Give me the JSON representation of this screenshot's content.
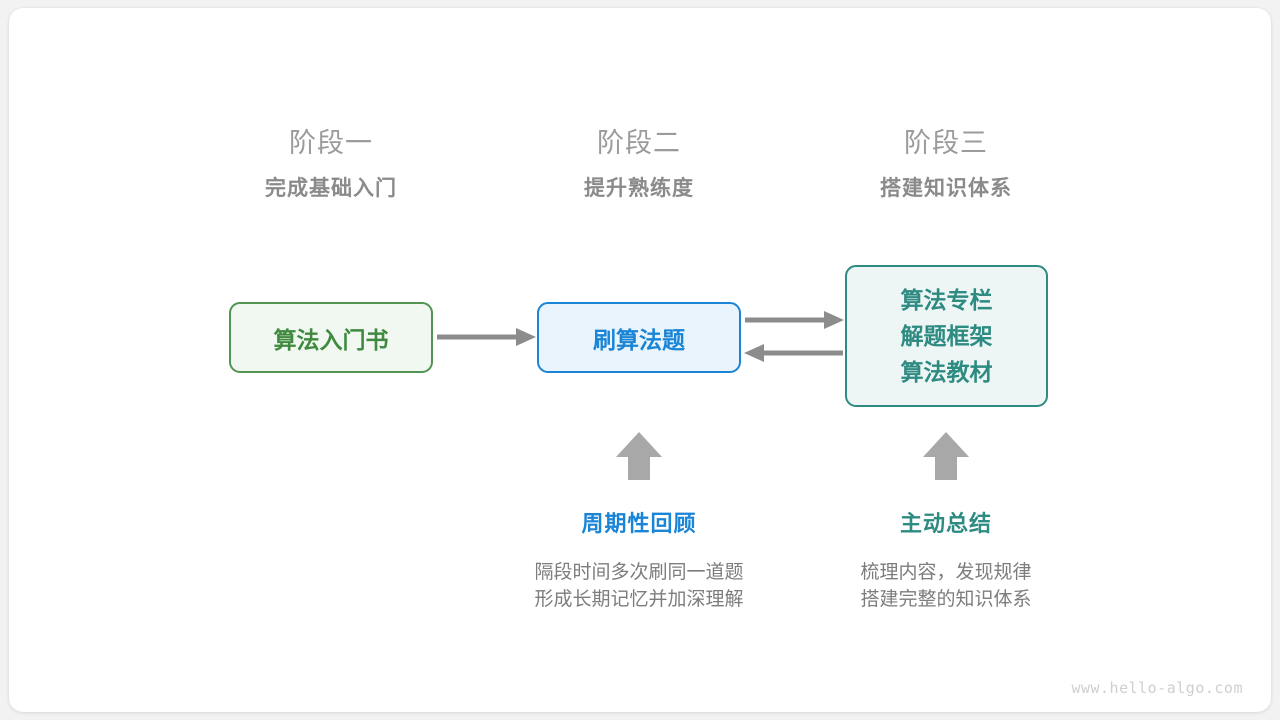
{
  "stages": [
    {
      "number": "阶段一",
      "title": "完成基础入门"
    },
    {
      "number": "阶段二",
      "title": "提升熟练度"
    },
    {
      "number": "阶段三",
      "title": "搭建知识体系"
    }
  ],
  "boxes": {
    "book": {
      "label": "算法入门书",
      "border_color": "#529452",
      "fill_color": "#f1f8f1",
      "text_color": "#3f8a3f"
    },
    "practice": {
      "label": "刷算法题",
      "border_color": "#1a85d6",
      "fill_color": "#e9f4fd",
      "text_color": "#1a85d6"
    },
    "knowledge": {
      "lines": [
        "算法专栏",
        "解题框架",
        "算法教材"
      ],
      "border_color": "#2d8b82",
      "fill_color": "#edf6f4",
      "text_color": "#2d8b82"
    }
  },
  "notes": [
    {
      "title": "周期性回顾",
      "title_color": "#1a85d6",
      "desc_line1": "隔段时间多次刷同一道题",
      "desc_line2": "形成长期记忆并加深理解"
    },
    {
      "title": "主动总结",
      "title_color": "#2d8b82",
      "desc_line1": "梳理内容，发现规律",
      "desc_line2": "搭建完整的知识体系"
    }
  ],
  "arrows": {
    "color": "#8c8c8c",
    "book_to_practice": "right",
    "practice_to_knowledge": "right",
    "knowledge_to_practice": "left",
    "review_up": "up",
    "summary_up": "up"
  },
  "watermark": "www.hello-algo.com"
}
